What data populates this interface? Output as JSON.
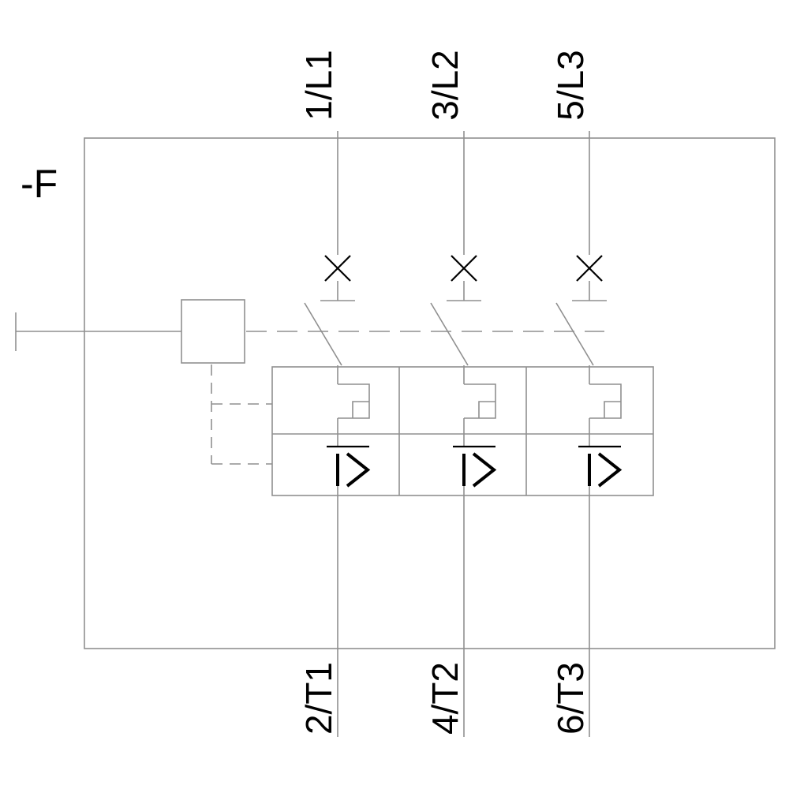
{
  "diagram": {
    "component_label": "-F",
    "poles": [
      {
        "top_label": "1/L1",
        "bottom_label": "2/T1"
      },
      {
        "top_label": "3/L2",
        "bottom_label": "4/T2"
      },
      {
        "top_label": "5/L3",
        "bottom_label": "6/T3"
      }
    ],
    "magnetic_trip_symbol": "I>",
    "colors": {
      "line": "#8f8f8f",
      "symbol": "#000000",
      "text": "#000000",
      "background": "#ffffff"
    }
  }
}
